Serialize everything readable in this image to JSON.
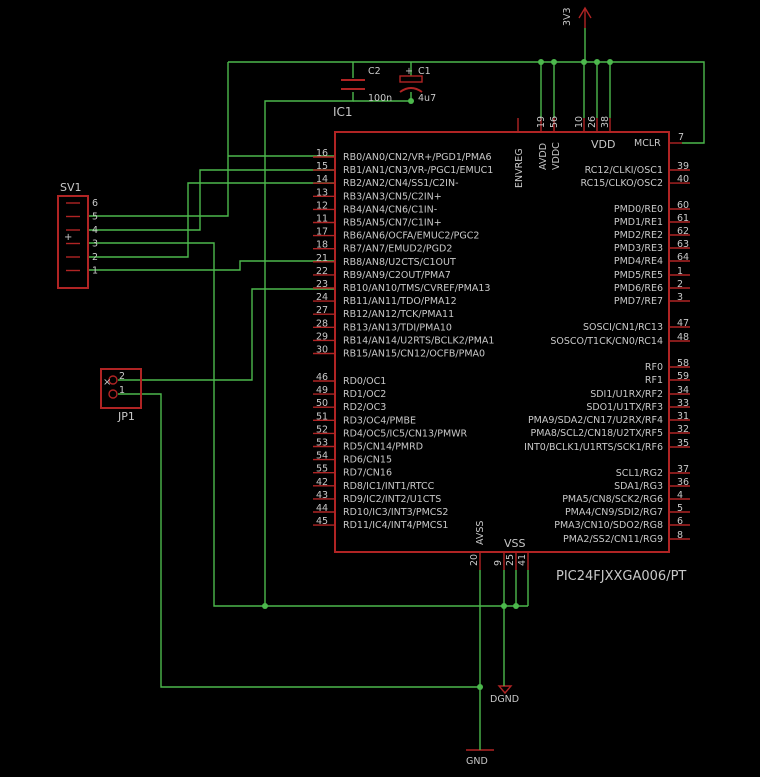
{
  "power": {
    "v3v3": "3V3",
    "dgnd": "DGND",
    "gnd": "GND"
  },
  "components": {
    "c2": {
      "name": "C2",
      "value": "100n"
    },
    "c1": {
      "name": "C1",
      "value": "4u7"
    },
    "ic1": {
      "name": "IC1",
      "part": "PIC24FJXXGA006/PT"
    },
    "sv1": {
      "name": "SV1",
      "pins": [
        "6",
        "5",
        "4",
        "3",
        "2",
        "1"
      ]
    },
    "jp1": {
      "name": "JP1",
      "pins": [
        "2",
        "1"
      ]
    }
  },
  "ic_top": {
    "enable": {
      "name": "ENVREG",
      "num": ""
    },
    "avdd": {
      "name": "AVDD",
      "num": "19"
    },
    "vddc": {
      "name": "VDDC",
      "num": "56"
    },
    "vdd": {
      "name": "VDD",
      "nums": [
        "10",
        "26",
        "38"
      ]
    },
    "mclr": {
      "name": "MCLR",
      "num": "7"
    }
  },
  "ic_bottom": {
    "avss": {
      "name": "AVSS",
      "num": "20"
    },
    "vss": {
      "name": "VSS",
      "nums": [
        "9",
        "25",
        "41"
      ]
    }
  },
  "left_pins": [
    {
      "num": "16",
      "label": "RB0/AN0/CN2/VR+/PGD1/PMA6"
    },
    {
      "num": "15",
      "label": "RB1/AN1/CN3/VR-/PGC1/EMUC1"
    },
    {
      "num": "14",
      "label": "RB2/AN2/CN4/SS1/C2IN-"
    },
    {
      "num": "13",
      "label": "RB3/AN3/CN5/C2IN+"
    },
    {
      "num": "12",
      "label": "RB4/AN4/CN6/C1IN-"
    },
    {
      "num": "11",
      "label": "RB5/AN5/CN7/C1IN+"
    },
    {
      "num": "17",
      "label": "RB6/AN6/OCFA/EMUC2/PGC2"
    },
    {
      "num": "18",
      "label": "RB7/AN7/EMUD2/PGD2"
    },
    {
      "num": "21",
      "label": "RB8/AN8/U2CTS/C1OUT"
    },
    {
      "num": "22",
      "label": "RB9/AN9/C2OUT/PMA7"
    },
    {
      "num": "23",
      "label": "RB10/AN10/TMS/CVREF/PMA13"
    },
    {
      "num": "24",
      "label": "RB11/AN11/TDO/PMA12"
    },
    {
      "num": "27",
      "label": "RB12/AN12/TCK/PMA11"
    },
    {
      "num": "28",
      "label": "RB13/AN13/TDI/PMA10"
    },
    {
      "num": "29",
      "label": "RB14/AN14/U2RTS/BCLK2/PMA1"
    },
    {
      "num": "30",
      "label": "RB15/AN15/CN12/OCFB/PMA0"
    },
    {
      "num": "46",
      "label": "RD0/OC1"
    },
    {
      "num": "49",
      "label": "RD1/OC2"
    },
    {
      "num": "50",
      "label": "RD2/OC3"
    },
    {
      "num": "51",
      "label": "RD3/OC4/PMBE"
    },
    {
      "num": "52",
      "label": "RD4/OC5/IC5/CN13/PMWR"
    },
    {
      "num": "53",
      "label": "RD5/CN14/PMRD"
    },
    {
      "num": "54",
      "label": "RD6/CN15"
    },
    {
      "num": "55",
      "label": "RD7/CN16"
    },
    {
      "num": "42",
      "label": "RD8/IC1/INT1/RTCC"
    },
    {
      "num": "43",
      "label": "RD9/IC2/INT2/U1CTS"
    },
    {
      "num": "44",
      "label": "RD10/IC3/INT3/PMCS2"
    },
    {
      "num": "45",
      "label": "RD11/IC4/INT4/PMCS1"
    }
  ],
  "right_pins_top": [
    {
      "num": "39",
      "label": "RC12/CLKI/OSC1"
    },
    {
      "num": "40",
      "label": "RC15/CLKO/OSC2"
    }
  ],
  "right_pins_main": [
    {
      "num": "60",
      "label": "PMD0/RE0"
    },
    {
      "num": "61",
      "label": "PMD1/RE1"
    },
    {
      "num": "62",
      "label": "PMD2/RE2"
    },
    {
      "num": "63",
      "label": "PMD3/RE3"
    },
    {
      "num": "64",
      "label": "PMD4/RE4"
    },
    {
      "num": "1",
      "label": "PMD5/RE5"
    },
    {
      "num": "2",
      "label": "PMD6/RE6"
    },
    {
      "num": "3",
      "label": "PMD7/RE7"
    },
    {
      "num": "47",
      "label": "SOSCI/CN1/RC13"
    },
    {
      "num": "48",
      "label": "SOSCO/T1CK/CN0/RC14"
    },
    {
      "num": "58",
      "label": "RF0"
    },
    {
      "num": "59",
      "label": "RF1"
    },
    {
      "num": "34",
      "label": "SDI1/U1RX/RF2"
    },
    {
      "num": "33",
      "label": "SDO1/U1TX/RF3"
    },
    {
      "num": "31",
      "label": "PMA9/SDA2/CN17/U2RX/RF4"
    },
    {
      "num": "32",
      "label": "PMA8/SCL2/CN18/U2TX/RF5"
    },
    {
      "num": "35",
      "label": "INT0/BCLK1/U1RTS/SCK1/RF6"
    },
    {
      "num": "37",
      "label": "SCL1/RG2"
    },
    {
      "num": "36",
      "label": "SDA1/RG3"
    },
    {
      "num": "4",
      "label": "PMA5/CN8/SCK2/RG6"
    },
    {
      "num": "5",
      "label": "PMA4/CN9/SDI2/RG7"
    },
    {
      "num": "6",
      "label": "PMA3/CN10/SDO2/RG8"
    },
    {
      "num": "8",
      "label": "PMA2/SS2/CN11/RG9"
    }
  ]
}
